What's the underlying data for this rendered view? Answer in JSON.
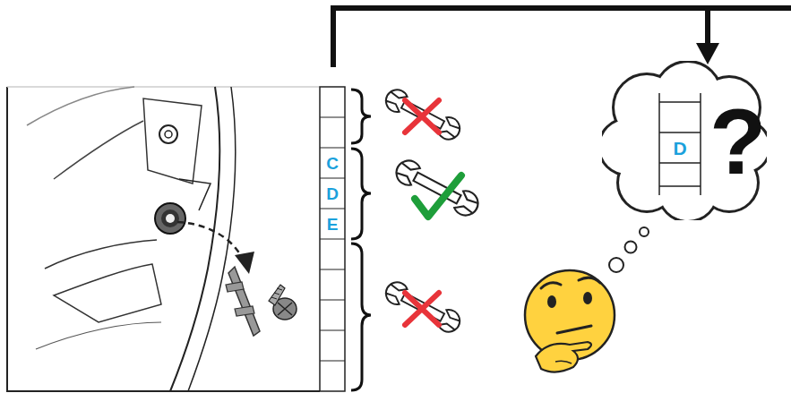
{
  "diagram": {
    "nodes": [
      {
        "text": [
          "C"
        ]
      },
      {
        "text": [
          "D"
        ]
      },
      {
        "text": [
          "E"
        ]
      },
      {
        "text": [
          "?"
        ]
      },
      {
        "text": [
          "D"
        ],
        "in": 3
      }
    ]
  }
}
